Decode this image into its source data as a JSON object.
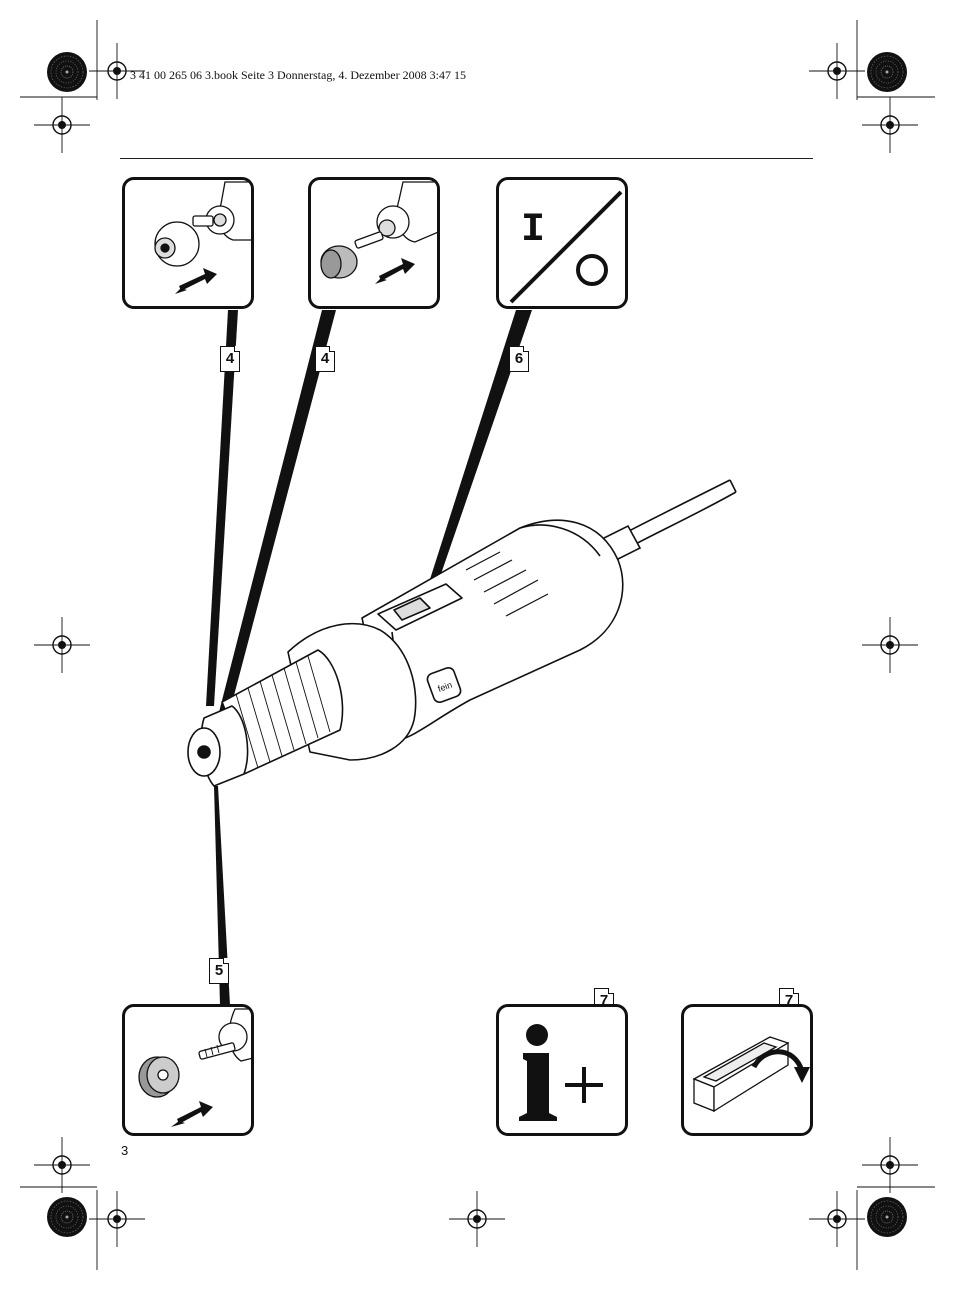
{
  "header": {
    "file_line": "3 41 00 265 06 3.book  Seite 3  Donnerstag, 4. Dezember 2008  3:47 15"
  },
  "page_number": "3",
  "references": {
    "chuck_change": "4",
    "grinding_pin": "4",
    "on_off": "6",
    "grinding_wheel": "5",
    "info": "7",
    "packaging": "7"
  },
  "panels": {
    "on_off_symbol_on": "I"
  },
  "icons": {
    "registration_mark": "crosshair-target-icon",
    "color_target": "radial-color-target-icon",
    "info_plus": "info-plus-icon",
    "box_open": "box-open-arrow-icon",
    "swap_arrow": "double-arrow-icon"
  }
}
